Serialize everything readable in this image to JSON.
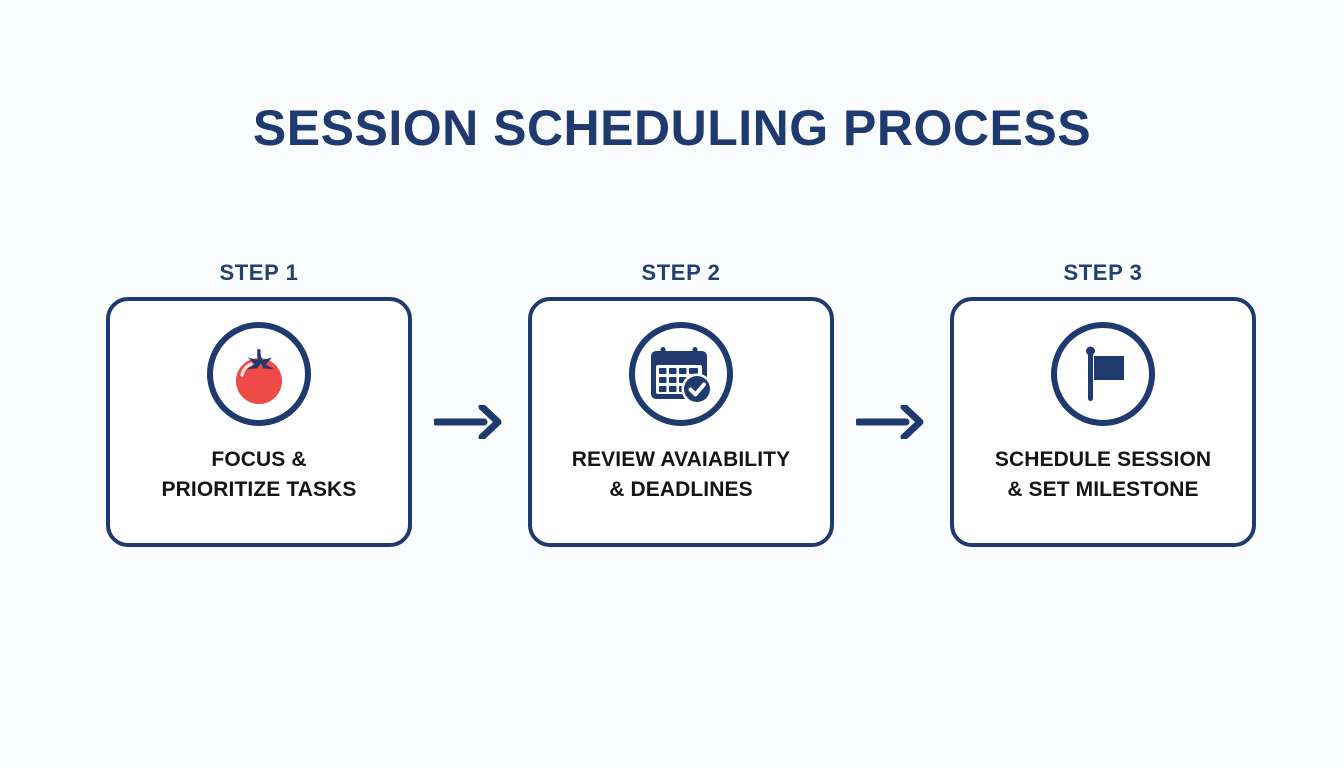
{
  "page": {
    "title": "SESSION SCHEDULING PROCESS",
    "background_color": "#fbfcfd"
  },
  "theme": {
    "navy": "#1e3a6e",
    "tomato_red": "#ef4a47",
    "caption_text": "#151515",
    "card_background": "#ffffff"
  },
  "steps": [
    {
      "step_label": "STEP 1",
      "icon": "tomato-icon",
      "caption_line1": "FOCUS &",
      "caption_line2": "PRIORITIZE TASKS"
    },
    {
      "step_label": "STEP 2",
      "icon": "calendar-check-icon",
      "caption_line1": "REVIEW AVAIABILITY",
      "caption_line2": "& DEADLINES"
    },
    {
      "step_label": "STEP 3",
      "icon": "milestone-flag-icon",
      "caption_line1": "SCHEDULE SESSION",
      "caption_line2": "& SET MILESTONE"
    }
  ],
  "connectors": [
    {
      "icon": "arrow-right-icon"
    },
    {
      "icon": "arrow-right-icon"
    }
  ]
}
